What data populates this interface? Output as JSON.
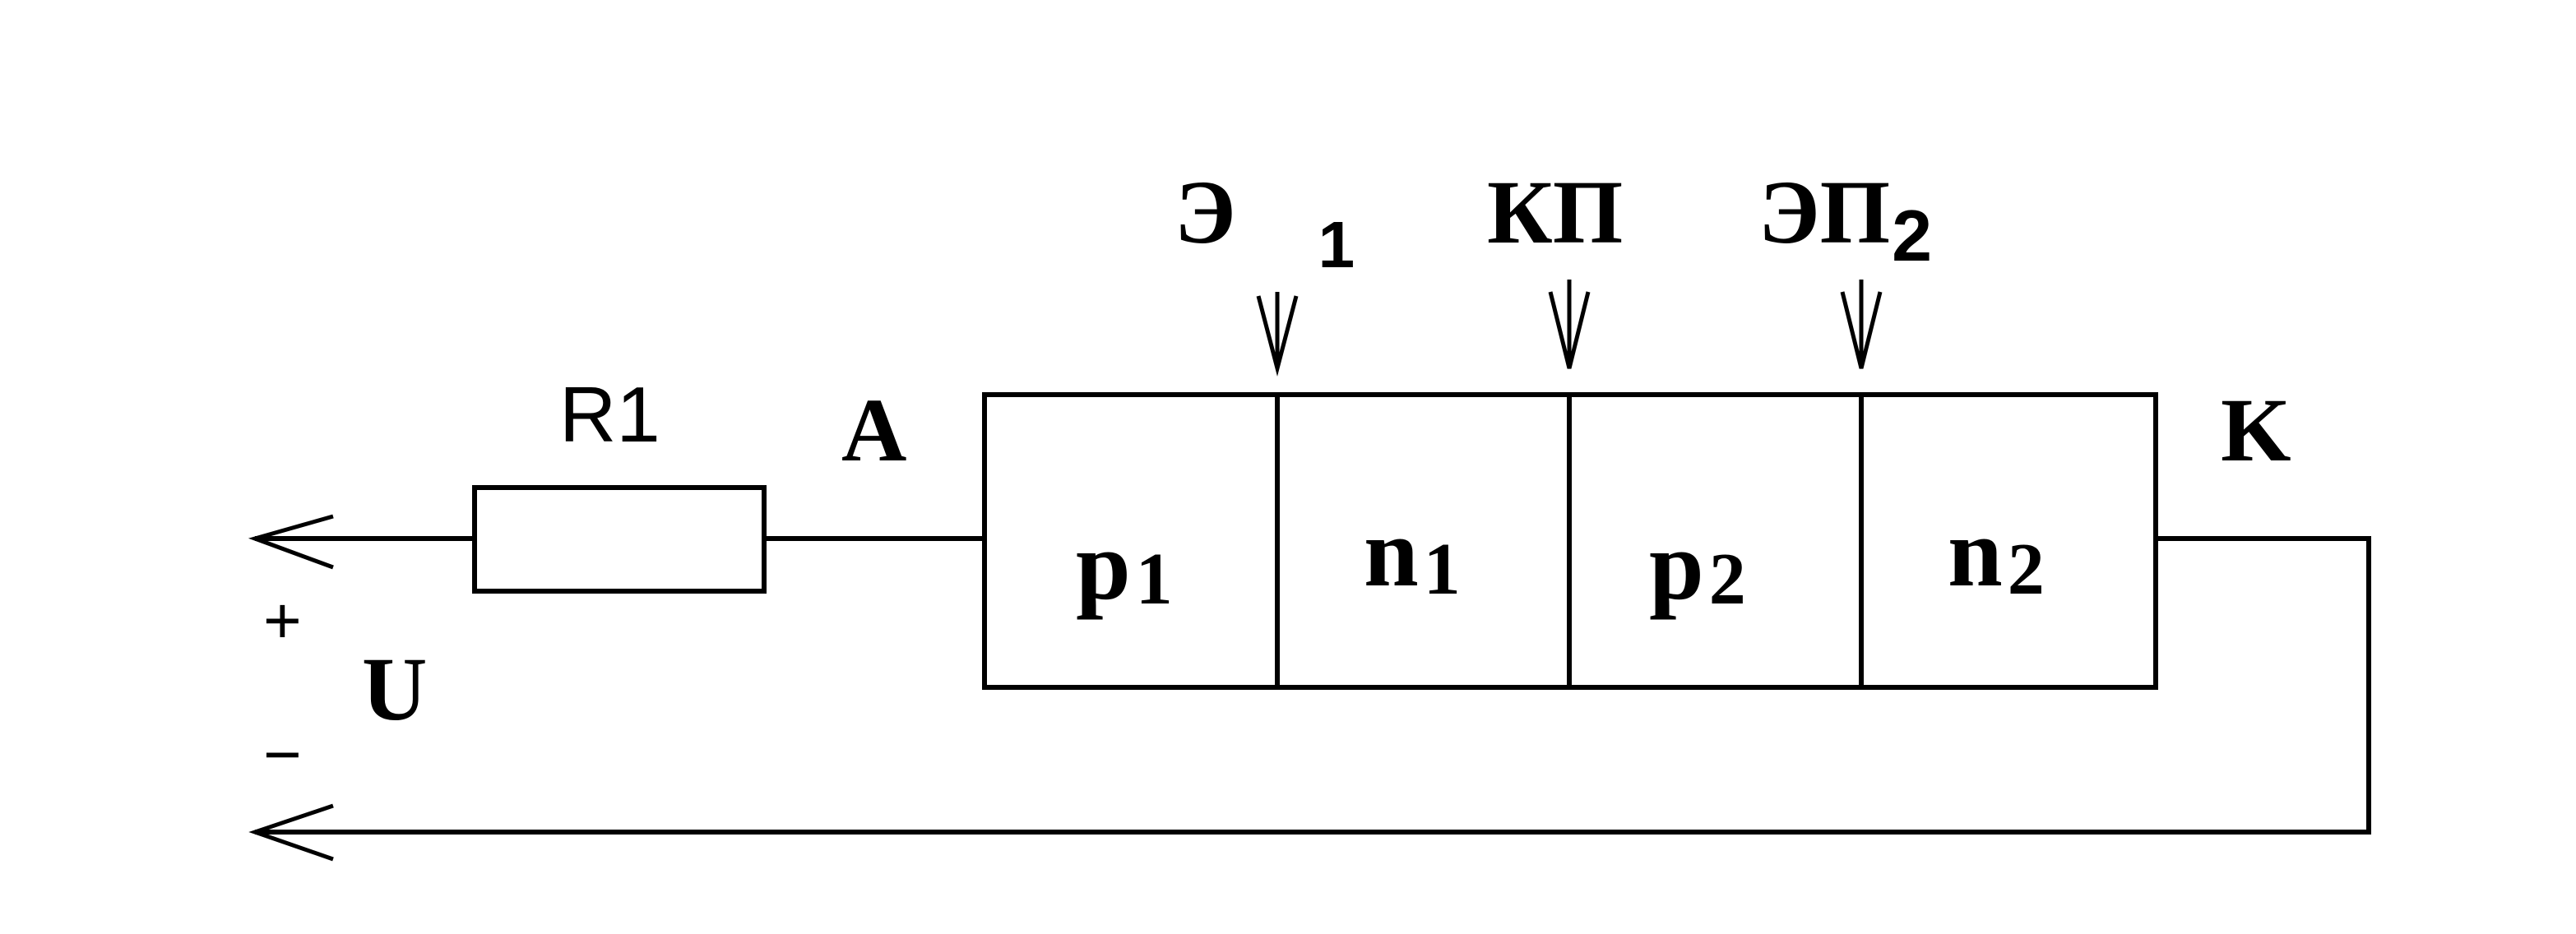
{
  "resistor": {
    "label": "R1"
  },
  "terminals": {
    "anode": "A",
    "cathode": "K"
  },
  "source": {
    "plus": "+",
    "minus": "−",
    "voltage": "U"
  },
  "junctions": {
    "emitter1": {
      "main": "Э",
      "sub": "1"
    },
    "collector": {
      "main": "КП"
    },
    "emitter2": {
      "main": "ЭП",
      "sub": "2"
    }
  },
  "layers": [
    {
      "main": "p",
      "sub": "1"
    },
    {
      "main": "n",
      "sub": "1"
    },
    {
      "main": "p",
      "sub": "2"
    },
    {
      "main": "n",
      "sub": "2"
    }
  ]
}
